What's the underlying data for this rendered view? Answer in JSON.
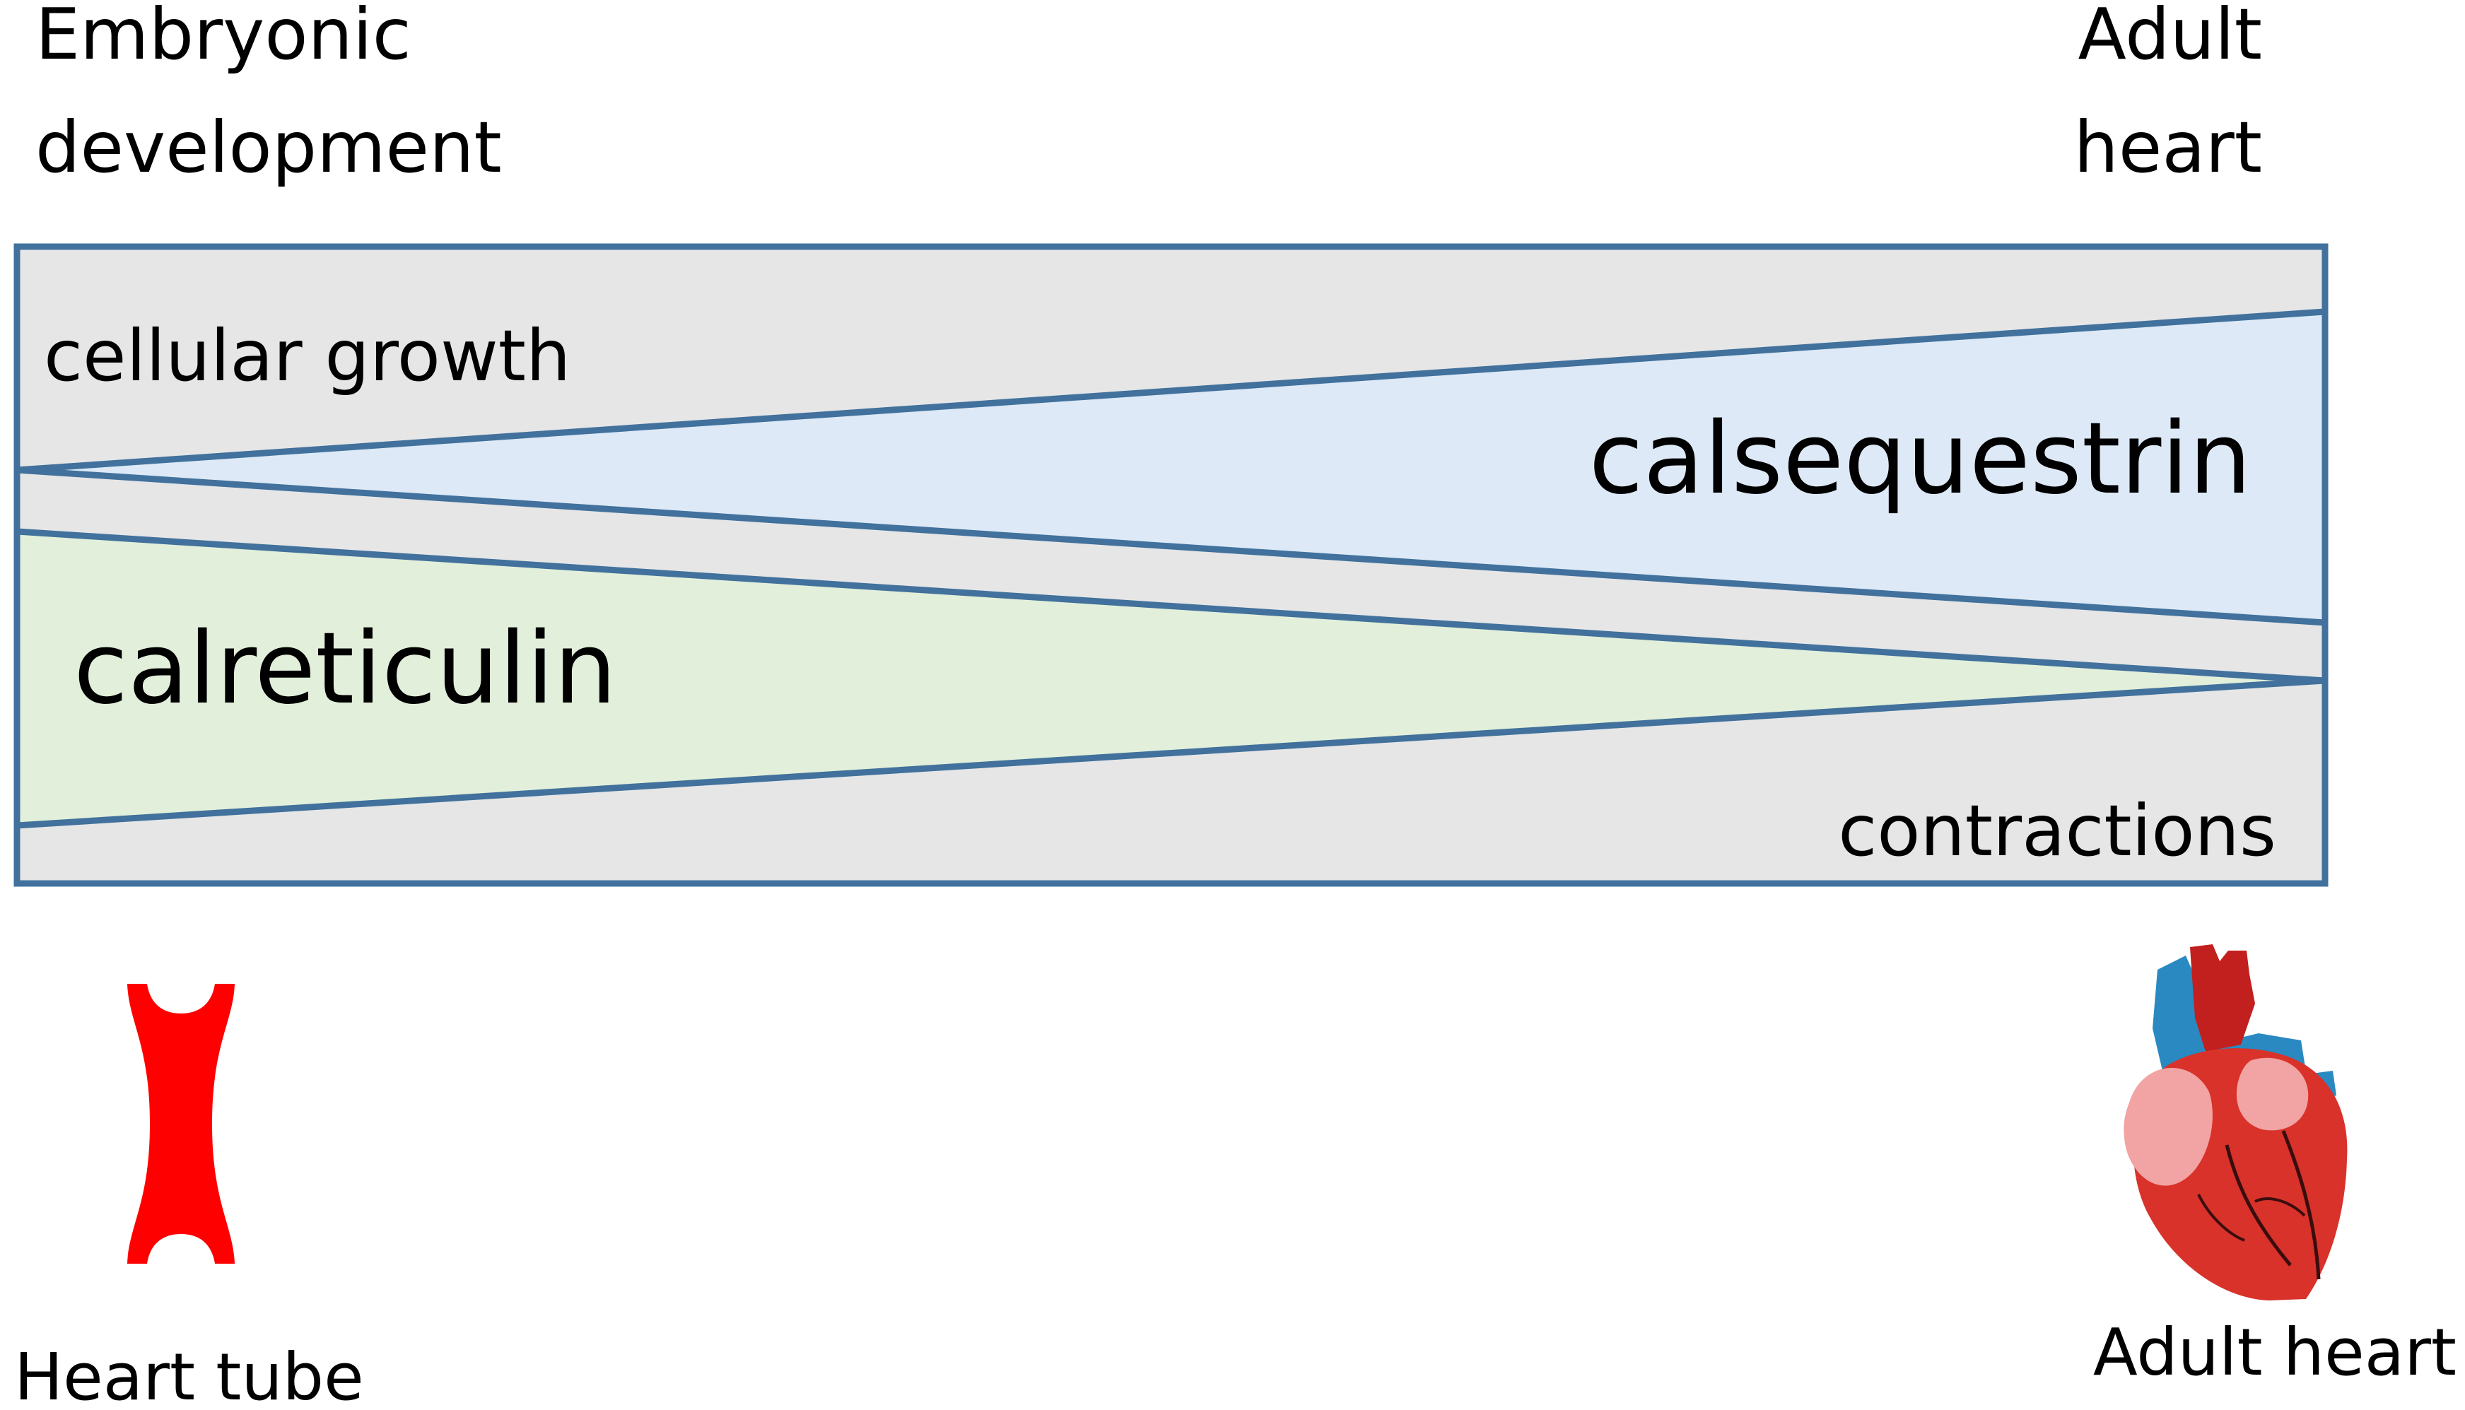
{
  "header": {
    "left_line1": "Embryonic",
    "left_line2": "development",
    "right_line1": "Adult",
    "right_line2": "heart"
  },
  "panel": {
    "cellular_growth": "cellular growth",
    "calsequestrin": "calsequestrin",
    "calreticulin": "calreticulin",
    "contractions": "contractions"
  },
  "captions": {
    "heart_tube": "Heart tube",
    "adult_heart": "Adult heart"
  },
  "colors": {
    "panel_fill": "#e6e6e6",
    "border": "#41719c",
    "calsequestrin_fill": "#dde9f6",
    "calreticulin_fill": "#e2efda",
    "heart_tube": "#ff0000",
    "heart_red": "#d8322a",
    "heart_pink": "#f2a3a3",
    "heart_blue": "#2a89c0",
    "text": "#000000"
  },
  "icons": {
    "heart_tube": "heart-tube-icon",
    "adult_heart": "adult-heart-icon"
  }
}
